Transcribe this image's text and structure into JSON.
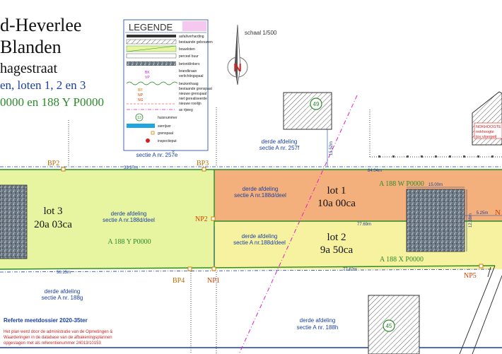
{
  "title": {
    "line1": "d-Heverlee",
    "line2": "Blanden",
    "line3": "hagestraat",
    "line4_blue": "en, loten 1, 2 en 3",
    "line5_green": "0000 en 188 Y P0000"
  },
  "legend": {
    "title": "LEGENDE",
    "items": [
      "asfaltverharding",
      "bestaande gebouwen",
      "bouwloten",
      "perceel buur",
      "betonklinkers",
      "brandkraan",
      "verlichtingspaal",
      "beukenhaag",
      "bestaande grenspaal",
      "nieuwe grenspaal",
      "niet gerealiseerde",
      "nieuwe rooilijn",
      "as rijweg",
      "huisnummer",
      "sierrijver",
      "grenspaal",
      "inspectieput"
    ],
    "codes": {
      "bk": "BK",
      "vp": "VP",
      "bp": "BP",
      "np": "NP",
      "ng": "NG",
      "house": "13"
    }
  },
  "scale": "schaal 1/500",
  "north": "N",
  "lots": [
    {
      "name": "lot 1",
      "area": "10a 00ca",
      "sectie": "derde afdeling",
      "sectie2": "sectie A nr.188d/deel",
      "id": "A 188 W P0000",
      "color": "#f4b07c"
    },
    {
      "name": "lot 2",
      "area": "9a 50ca",
      "sectie": "derde afdeling",
      "sectie2": "sectie A nr.188d/deel",
      "id": "A 188 X P0000",
      "color": "#f6f2a0"
    },
    {
      "name": "lot 3",
      "area": "20a 03ca",
      "sectie": "derde afdeling",
      "sectie2": "sectie A nr.188d/deel",
      "id": "A 188 Y P0000",
      "color": "#e8f5a0"
    }
  ],
  "parcels": [
    {
      "line1": "derde afdeling",
      "line2": "sectie A nr. 257e"
    },
    {
      "line1": "derde afdeling",
      "line2": "sectie A nr. 257f"
    },
    {
      "line1": "derde afdeling",
      "line2": "sectie A nr. 188g"
    },
    {
      "line1": "derde afdeling",
      "line2": "sectie A nr. 188h"
    }
  ],
  "points": {
    "bp2": "BP2",
    "bp3": "BP3",
    "bp4": "BP4",
    "np1": "NP1",
    "np2": "NP2",
    "np5": "NP5",
    "n": "N"
  },
  "house_numbers": {
    "a": "49",
    "b": "45"
  },
  "notes": {
    "ref": "Referte meetdossier 2020-35ter",
    "line1": "Het plan werd door de administratie van de Opmetingen &",
    "line2": "Waarderingen in de database van de afbakeningsplannen",
    "line3": "opgeslagen met als referentienummer 24013/10153"
  },
  "building_note": {
    "line1": "NOKHOOGTE",
    "line2": "nokhoogte",
    "line3": "tov vloerpeil"
  },
  "dims": {
    "d1": "39.97m",
    "d2": "84.04m",
    "d3": "77.69m",
    "d4": "58.15m",
    "d5": "77.62m",
    "d6": "15.00m",
    "d7": "5.25m",
    "d8": "12.38m",
    "d9": "15.52m"
  }
}
